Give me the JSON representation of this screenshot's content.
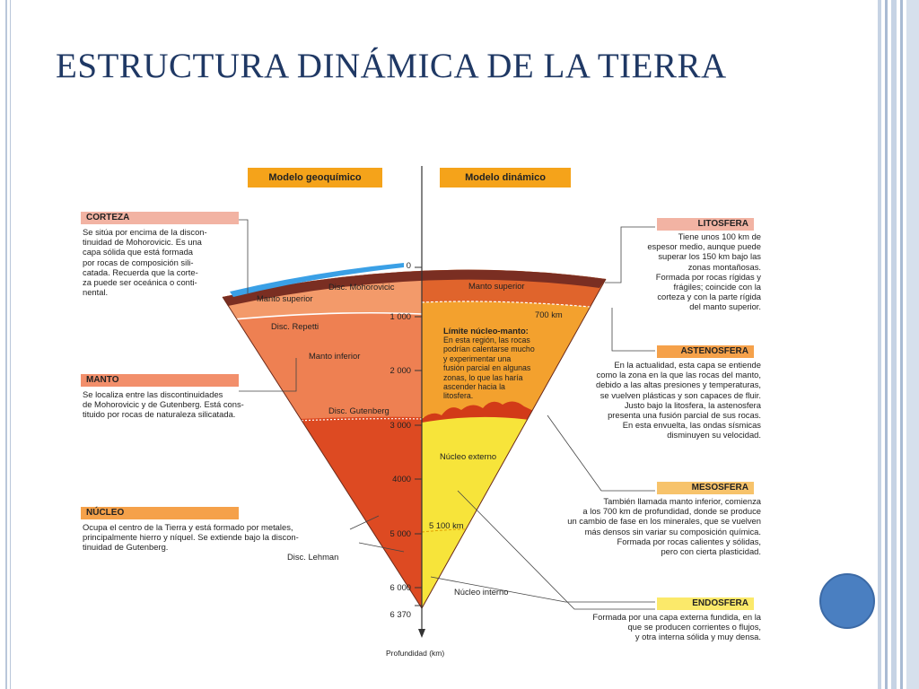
{
  "slide": {
    "title": "ESTRUCTURA DINÁMICA DE LA TIERRA"
  },
  "diagram": {
    "headers": {
      "left": "Modelo geoquímico",
      "right": "Modelo dinámico"
    },
    "left_layers": [
      {
        "name": "CORTEZA",
        "desc": "Se sitúa por encima de la discon-\ntinuidad de Mohorovicic. Es una\ncapa sólida que está formada\npor rocas de composición sili-\ncatada. Recuerda que la corte-\nza puede ser oceánica o conti-\nnental."
      },
      {
        "name": "MANTO",
        "desc": "Se localiza entre las discontinuidades\nde Mohorovicic y de Gutenberg. Está cons-\ntituido por rocas de naturaleza silicatada."
      },
      {
        "name": "NÚCLEO",
        "desc": "Ocupa el centro de la Tierra y está formado por metales,\nprincipalmente hierro y níquel. Se extiende bajo la discon-\ntinuidad de Gutenberg."
      }
    ],
    "right_layers": [
      {
        "name": "LITOSFERA",
        "desc": "Tiene unos 100 km de\nespesor medio, aunque puede\nsuperar los 150 km bajo las\nzonas montañosas.\nFormada por rocas rígidas y\nfrágiles; coincide con la\ncorteza y con la parte rígida\ndel manto superior."
      },
      {
        "name": "ASTENOSFERA",
        "desc": "En la actualidad, esta capa se entiende\ncomo la zona en la que las rocas del manto,\ndebido a las altas presiones y temperaturas,\nse vuelven plásticas y son capaces de fluir.\nJusto bajo la litosfera, la astenosfera\npresenta una fusión parcial de sus rocas.\nEn esta envuelta, las ondas sísmicas\ndisminuyen su velocidad."
      },
      {
        "name": "MESOSFERA",
        "desc": "También llamada manto inferior, comienza\na los 700 km de profundidad, donde se produce\nun cambio de fase en los minerales, que se vuelven\nmás densos sin variar su composición química.\nFormada por rocas calientes y sólidas,\npero con cierta plasticidad."
      },
      {
        "name": "ENDOSFERA",
        "desc": "Formada por una capa externa fundida, en la\nque se producen corrientes o flujos,\ny otra interna sólida y muy densa."
      }
    ],
    "inner_labels": {
      "moho": "Disc. Mohorovicic",
      "manto_superior_left": "Manto superior",
      "repetti": "Disc. Repetti",
      "manto_inferior": "Manto inferior",
      "gutenberg": "Disc. Gutenberg",
      "lehman": "Disc. Lehman",
      "manto_superior_right": "Manto superior",
      "km700": "700 km",
      "limite_title": "Límite núcleo-manto:",
      "limite_desc": "En esta región, las rocas\npodrían calentarse mucho\ny experimentar una\nfusión parcial en algunas\nzonas, lo que las haría\nascender hacia la\nlitosfera.",
      "nucleo_externo": "Núcleo externo",
      "nucleo_interno": "Núcleo interno",
      "km5100": "5 100 km"
    },
    "depth_axis": {
      "label": "Profundidad (km)",
      "ticks": [
        "0",
        "1 000",
        "2 000",
        "3 000",
        "4000",
        "5 000",
        "6 000",
        "6 370"
      ]
    },
    "colors": {
      "header": "#f5a31a",
      "tag_corteza": "#f2b3a3",
      "tag_manto": "#f28f6b",
      "tag_nucleo": "#f5a14a",
      "tag_litosfera": "#f2b3a3",
      "tag_astenosfera": "#f5a14a",
      "tag_mesosfera": "#f7c36b",
      "tag_endosfera": "#fbe96a",
      "title": "#1f3864",
      "circle": "#4a7fc1"
    }
  }
}
